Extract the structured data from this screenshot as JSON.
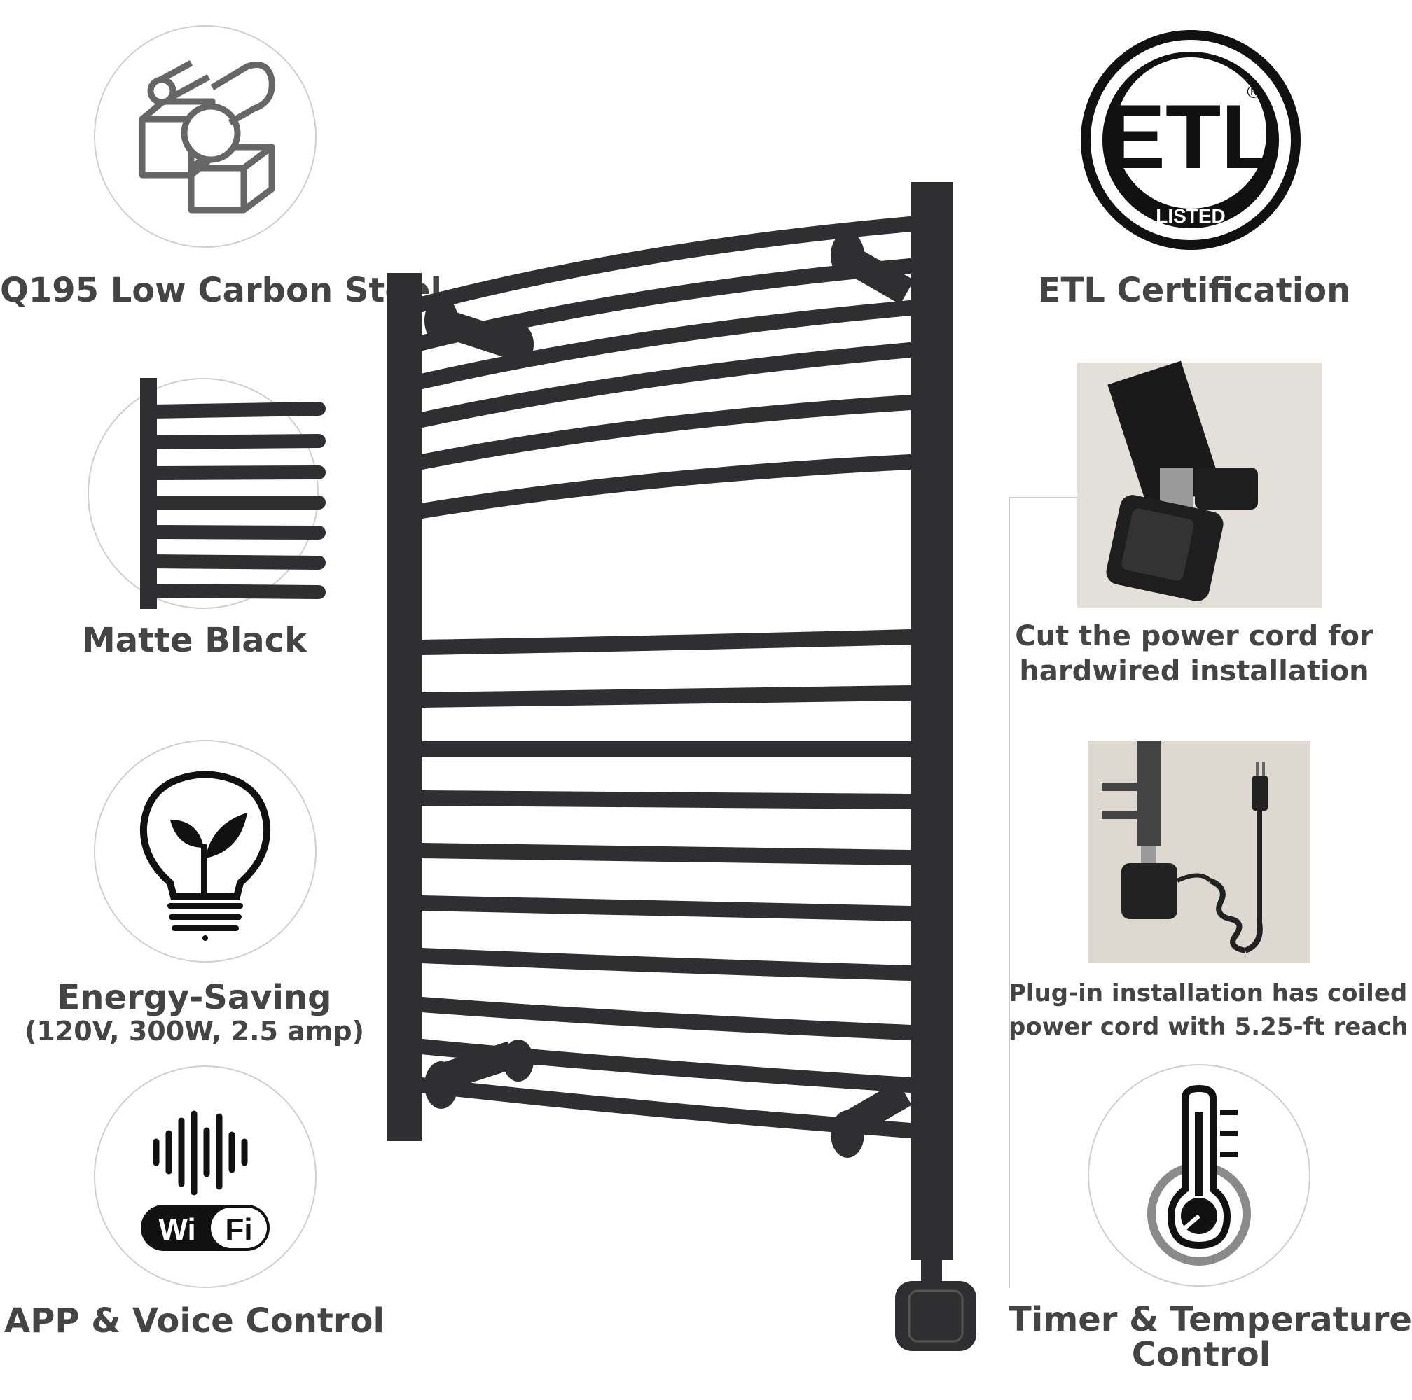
{
  "features_left": [
    {
      "label": "Q195 Low Carbon Steel",
      "icon": "steel-profiles-icon"
    },
    {
      "label": "Matte Black",
      "icon": "rail-closeup-image"
    },
    {
      "label": "Energy-Saving",
      "sublabel": "(120V, 300W, 2.5 amp)",
      "icon": "leaf-bulb-icon"
    },
    {
      "label": "APP & Voice Control",
      "icon": "voice-wifi-icon",
      "badge": {
        "part1": "Wi",
        "part2": "Fi"
      }
    }
  ],
  "features_right": [
    {
      "label": "ETL Certification",
      "icon": "etl-logo",
      "logo_text": "ETL",
      "logo_subtext": "LISTED",
      "registered": "®"
    },
    {
      "label_line1": "Cut the power cord for",
      "label_line2": "hardwired installation",
      "icon": "heating-element-photo"
    },
    {
      "label_line1": "Plug-in installation has coiled",
      "label_line2": "power cord with 5.25-ft reach",
      "icon": "coiled-cord-photo"
    },
    {
      "label_line1": "Timer & Temperature",
      "label_line2": "Control",
      "icon": "thermometer-clock-icon"
    }
  ],
  "colors": {
    "text": "#444444",
    "rail": "#2f2f31",
    "icon_gray": "#666666",
    "circle_border": "#cfcfcf"
  }
}
